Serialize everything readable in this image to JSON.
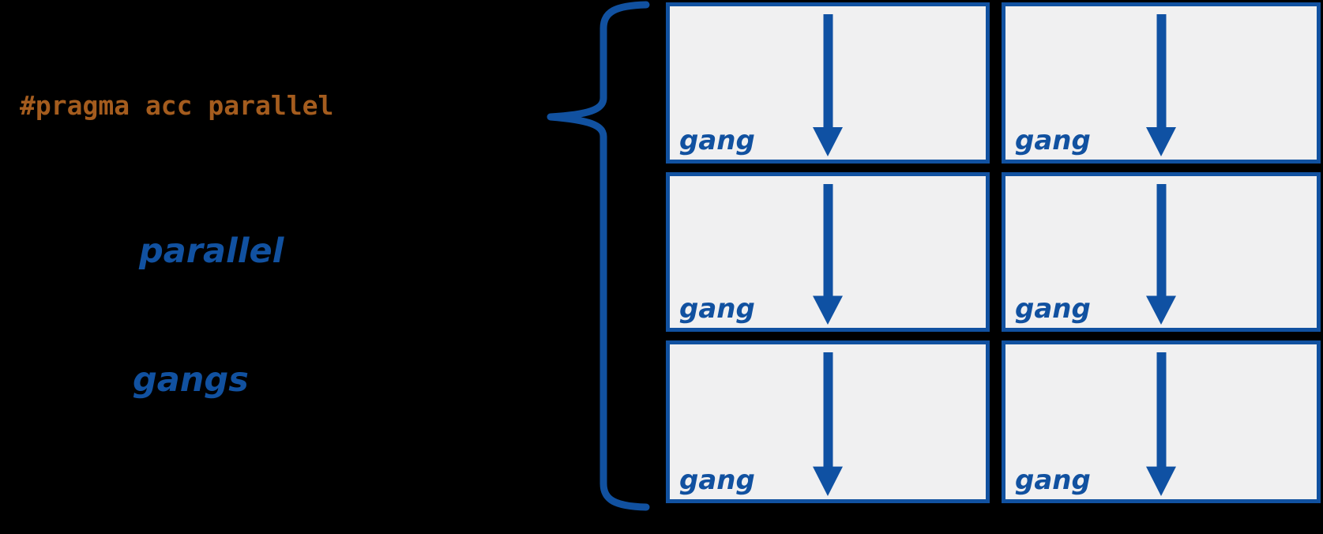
{
  "diagram": {
    "pragma_text": "#pragma acc parallel",
    "parallel_label": "parallel",
    "gangs_label": "gangs",
    "grid": {
      "rows": 3,
      "columns": 2,
      "cells": [
        {
          "label": "gang"
        },
        {
          "label": "gang"
        },
        {
          "label": "gang"
        },
        {
          "label": "gang"
        },
        {
          "label": "gang"
        },
        {
          "label": "gang"
        }
      ]
    },
    "icons": {
      "brace": "left-curly-brace-icon",
      "arrow": "down-arrow-icon"
    },
    "colors": {
      "background": "#000000",
      "blue": "#1151a0",
      "orange": "#a45c1e",
      "box_fill": "#f0f0f1"
    }
  }
}
